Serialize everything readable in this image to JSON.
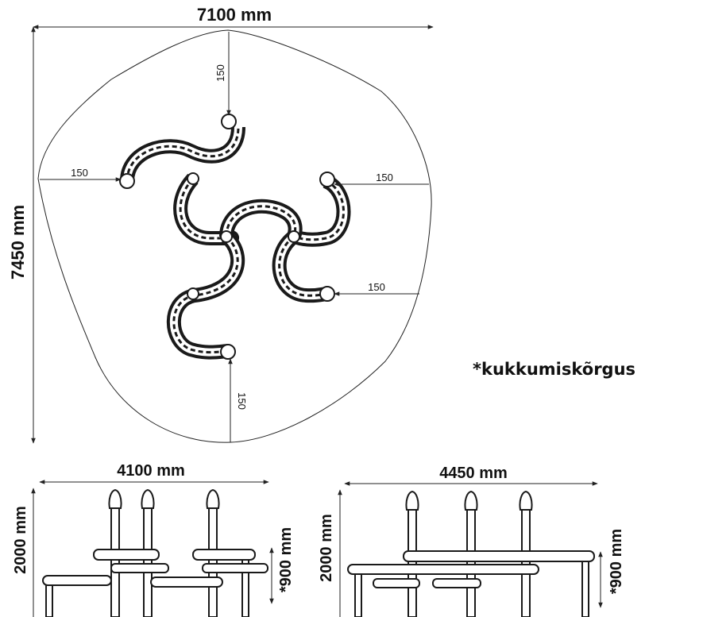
{
  "plan": {
    "width_label": "7100 mm",
    "height_label": "7450 mm",
    "clearance_top": "150",
    "clearance_left": "150",
    "clearance_right_upper": "150",
    "clearance_right_lower": "150",
    "clearance_bottom": "150"
  },
  "note": "*kukkumiskõrgus",
  "elevation_left": {
    "width_label": "4100 mm",
    "height_label": "2000 mm",
    "fall_height_label": "*900 mm"
  },
  "elevation_right": {
    "width_label": "4450 mm",
    "height_label": "2000 mm",
    "fall_height_label": "*900 mm"
  }
}
